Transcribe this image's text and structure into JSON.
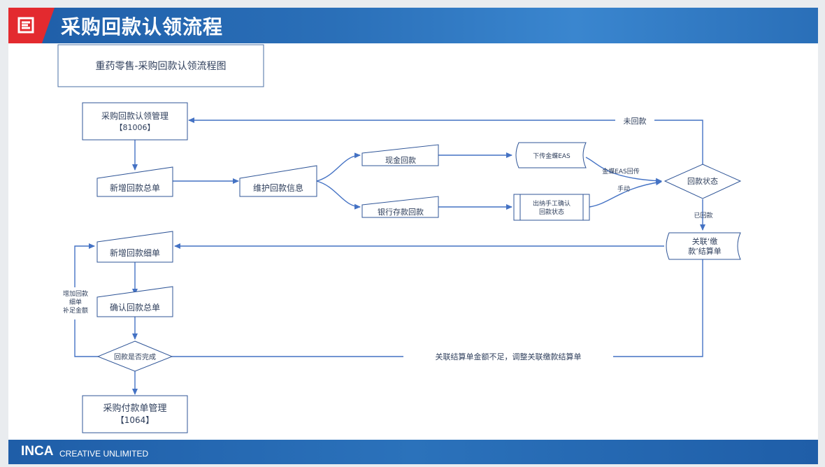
{
  "header": {
    "title": "采购回款认领流程"
  },
  "footer": {
    "brand": "INCA",
    "tagline": "CREATIVE UNLIMITED"
  },
  "diagram": {
    "title_box": "重药零售-采购回款认领流程图",
    "nodes": {
      "claim_mgmt_line1": "采购回款认领管理",
      "claim_mgmt_line2": "【81006】",
      "new_summary": "新增回款总单",
      "maintain_info": "维护回款信息",
      "cash": "现金回款",
      "bank": "银行存款回款",
      "upload_eas": "下传金蝶EAS",
      "cashier_line1": "出纳手工确认",
      "cashier_line2": "回款状态",
      "status": "回款状态",
      "link_line1": "关联‘缴",
      "link_line2": "款’结算单",
      "new_detail": "新增回款细单",
      "confirm_summary": "确认回款总单",
      "done": "回款是否完成",
      "payment_mgmt_line1": "采购付款单管理",
      "payment_mgmt_line2": "【1064】"
    },
    "edge_labels": {
      "not_paid": "未回款",
      "eas_return": "金蝶EAS回传",
      "manual": "手动",
      "paid": "已回款",
      "add_detail_line1": "增加回款",
      "add_detail_line2": "细单",
      "add_detail_line3": "补足金额",
      "insufficient": "关联结算单金额不足，调整关联缴款结算单"
    }
  },
  "colors": {
    "header_blue": "#2a6fb8",
    "logo_red": "#e32a2f",
    "line_blue": "#4472c4",
    "box_border": "#2f5597",
    "text": "#2f3f5c"
  }
}
